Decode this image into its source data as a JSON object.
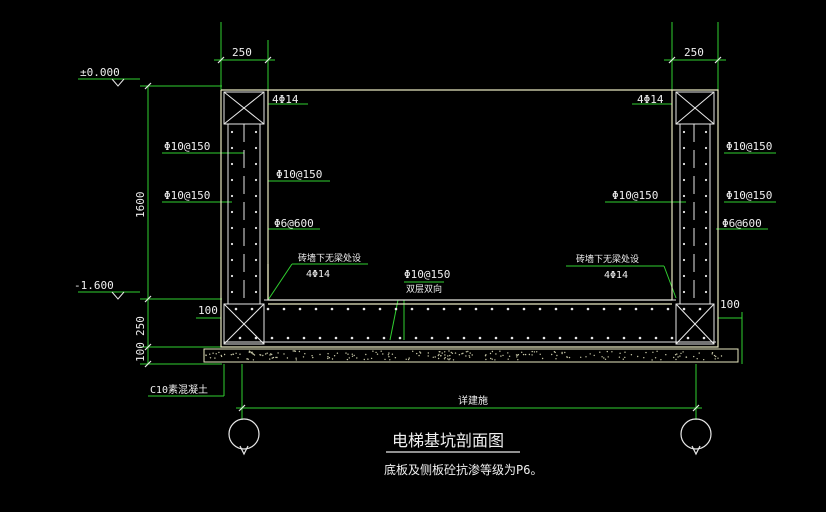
{
  "colors": {
    "background": "#000000",
    "outline": "#e8e8c0",
    "dimension": "#30d030",
    "rebar": "#e8e8e8",
    "text": "#f0f0f0"
  },
  "dims": {
    "left_top_width": "250",
    "right_top_width": "250",
    "height_1600": "1600",
    "slab_250": "250",
    "cushion_100": "100",
    "left_100": "100",
    "right_100": "100"
  },
  "levels": {
    "top": "±0.000",
    "bottom": "-1.600"
  },
  "rebar_labels": {
    "left_corner": "4Φ14",
    "right_corner": "4Φ14",
    "left_outer_1": "Φ10@150",
    "left_outer_2": "Φ10@150",
    "left_inner": "Φ10@150",
    "left_tie": "Φ6@600",
    "right_outer_1": "Φ10@150",
    "right_outer_2": "Φ10@150",
    "right_inner": "Φ10@150",
    "right_tie": "Φ6@600",
    "slab": "Φ10@150",
    "slab_note": "双层双向",
    "left_beam_note": "砖墙下无梁处设",
    "left_beam_bar": "4Φ14",
    "right_beam_note": "砖墙下无梁处设",
    "right_beam_bar": "4Φ14",
    "cushion": "C10素混凝土",
    "axis_span": "详建施"
  },
  "title": {
    "main": "电梯基坑剖面图",
    "sub": "底板及侧板砼抗渗等级为P6。"
  }
}
